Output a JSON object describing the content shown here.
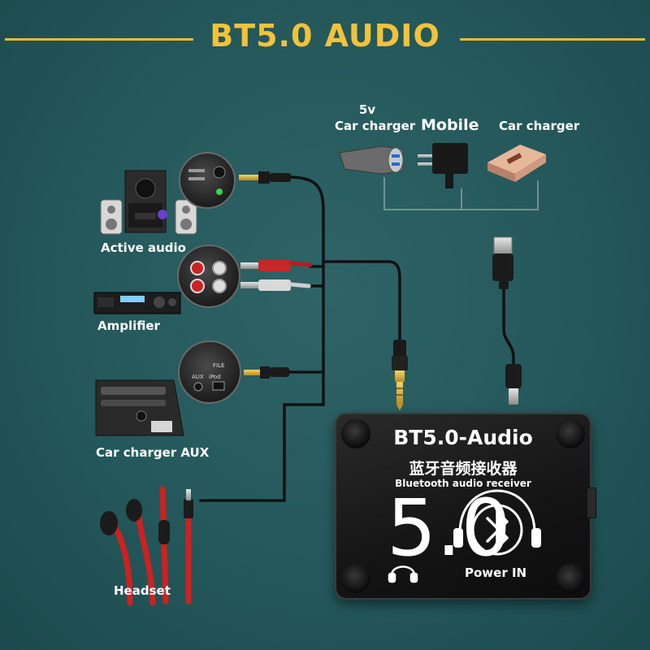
{
  "title": "BT5.0 AUDIO",
  "sources": {
    "active_audio": "Active audio",
    "amplifier": "Amplifier",
    "car_charger_aux": "Car charger AUX",
    "headset": "Headset"
  },
  "power_sources": {
    "car_charger_5v_line1": "5v",
    "car_charger_5v_line2": "Car charger",
    "mobile": "Mobile",
    "car_charger": "Car charger"
  },
  "aux_panel_labels": [
    "AUX",
    "iPod",
    "FILE"
  ],
  "module": {
    "name": "BT5.0-Audio",
    "chinese_name": "蓝牙音频接收器",
    "subtitle": "Bluetooth audio receiver",
    "version": "5.0",
    "power_label": "Power IN"
  },
  "colors": {
    "background": "#24585b",
    "title": "#f2c23a",
    "cable": "#111111",
    "label": "#ffffff"
  },
  "icons": [
    "bluetooth-icon",
    "headphone-icon",
    "usb-plug-icon",
    "audio-jack-icon",
    "rca-plug-icon"
  ]
}
